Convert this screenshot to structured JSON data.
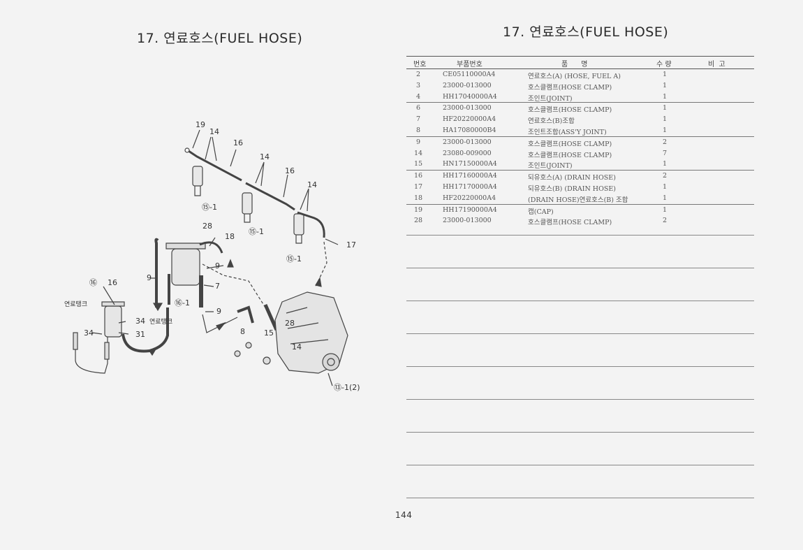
{
  "left_page": {
    "title": "17. 연료호스(FUEL HOSE)",
    "callouts": {
      "n19": "19",
      "n14a": "14",
      "n16a": "16",
      "n14b": "14",
      "n16b": "16",
      "n14c": "14",
      "n15a": "⑮-1",
      "n15b": "⑮-1",
      "n15c": "⑮-1",
      "n28": "28",
      "n18": "18",
      "n17": "17",
      "n9a": "9",
      "n9b": "9",
      "n9c": "9",
      "n7": "7",
      "n16c": "⑯-1",
      "n16d": "⑯",
      "n16e": "16",
      "tank_label": "연료탱크",
      "n34a": "34",
      "n34b": "34",
      "tank_label2": "연료탱크",
      "n31": "31",
      "n8": "8",
      "n15d": "15",
      "n28b": "28",
      "n14d": "14",
      "n13": "⑬-1(2)"
    }
  },
  "right_page": {
    "title": "17. 연료호스(FUEL HOSE)",
    "table": {
      "headers": {
        "no": "번호",
        "part": "부품번호",
        "name": "품      명",
        "qty": "수 량",
        "remark": "비  고"
      },
      "rows": [
        {
          "no": "2",
          "part": "CE05110000A4",
          "name": "연료호스(A) (HOSE, FUEL A)",
          "qty": "1"
        },
        {
          "no": "3",
          "part": "23000-013000",
          "name": "호스클램프(HOSE CLAMP)",
          "qty": "1"
        },
        {
          "no": "4",
          "part": "HH17040000A4",
          "name": "조인트(JOINT)",
          "qty": "1"
        },
        {
          "no": "6",
          "part": "23000-013000",
          "name": "호스클램프(HOSE CLAMP)",
          "qty": "1"
        },
        {
          "no": "7",
          "part": "HF20220000A4",
          "name": "연료호스(B)조합",
          "qty": "1"
        },
        {
          "no": "8",
          "part": "HA17080000B4",
          "name": "조인트조합(ASS'Y JOINT)",
          "qty": "1"
        },
        {
          "no": "9",
          "part": "23000-013000",
          "name": "호스클램프(HOSE CLAMP)",
          "qty": "2"
        },
        {
          "no": "14",
          "part": "23080-009000",
          "name": "호스클램프(HOSE CLAMP)",
          "qty": "7"
        },
        {
          "no": "15",
          "part": "HN17150000A4",
          "name": "조인트(JOINT)",
          "qty": "1"
        },
        {
          "no": "16",
          "part": "HH17160000A4",
          "name": "되유호스(A) (DRAIN HOSE)",
          "qty": "2"
        },
        {
          "no": "17",
          "part": "HH17170000A4",
          "name": "되유호스(B) (DRAIN HOSE)",
          "qty": "1"
        },
        {
          "no": "18",
          "part": "HF20220000A4",
          "name": "(DRAIN HOSE)연료호스(B) 조합",
          "qty": "1"
        },
        {
          "no": "19",
          "part": "HH17190000A4",
          "name": "캡(CAP)",
          "qty": "1"
        },
        {
          "no": "28",
          "part": "23000-013000",
          "name": "호스클램프(HOSE CLAMP)",
          "qty": "2"
        }
      ]
    }
  },
  "footer": {
    "page_number": "144"
  }
}
